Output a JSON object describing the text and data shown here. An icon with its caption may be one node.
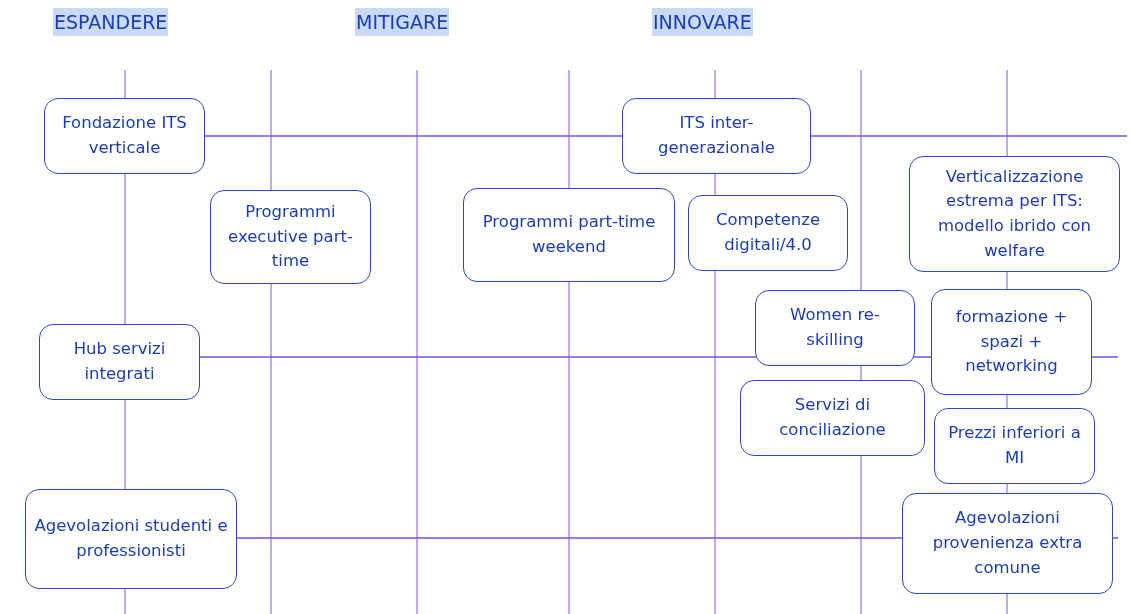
{
  "diagram": {
    "nodes": [
      {
        "text": [
          "Fondazione ITS verticale"
        ]
      },
      {
        "text": [
          "ITS inter- generazionale"
        ]
      },
      {
        "text": [
          "Verticalizzazione estrema per ITS: modello ibrido con welfare"
        ]
      },
      {
        "text": [
          "Programmi part-time weekend"
        ]
      },
      {
        "text": [
          "Programmi executive part-time"
        ]
      },
      {
        "text": [
          "Competenze digitali/4.0"
        ]
      },
      {
        "text": [
          "Women re-skilling"
        ]
      },
      {
        "text": [
          "formazione + spazi + networking"
        ]
      },
      {
        "text": [
          "Hub servizi integrati"
        ]
      },
      {
        "text": [
          "Servizi di conciliazione"
        ]
      },
      {
        "text": [
          "Prezzi inferiori a MI"
        ]
      },
      {
        "text": [
          "Agevolazioni studenti e professionisti"
        ]
      },
      {
        "text": [
          "Agevolazioni provenienza extra comune"
        ]
      }
    ],
    "labels": [
      "ESPANDERE",
      "MITIGARE",
      "INNOVARE"
    ]
  }
}
